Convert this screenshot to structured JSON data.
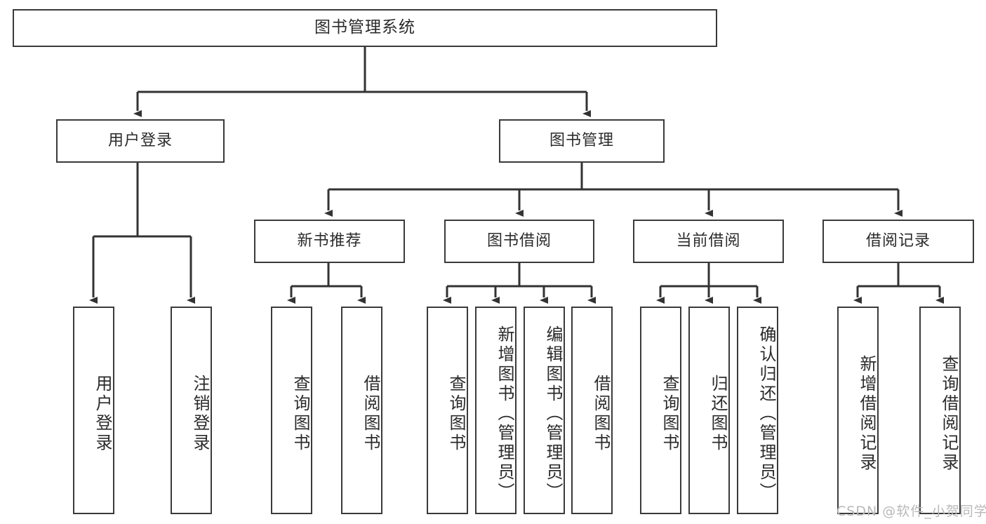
{
  "diagram": {
    "title": "图书管理系统",
    "type": "tree-hierarchy",
    "root": {
      "label": "图书管理系统"
    },
    "level2": [
      {
        "label": "用户登录"
      },
      {
        "label": "图书管理"
      }
    ],
    "level3": [
      {
        "label": "新书推荐"
      },
      {
        "label": "图书借阅"
      },
      {
        "label": "当前借阅"
      },
      {
        "label": "借阅记录"
      }
    ],
    "leaves": {
      "user_login": [
        {
          "label": "用户登录"
        },
        {
          "label": "注销登录"
        }
      ],
      "new_book_recommend": [
        {
          "label": "查询图书"
        },
        {
          "label": "借阅图书"
        }
      ],
      "book_borrow": [
        {
          "label": "查询图书"
        },
        {
          "label": "新增图书（管理员）"
        },
        {
          "label": "编辑图书（管理员）"
        },
        {
          "label": "借阅图书"
        }
      ],
      "current_borrow": [
        {
          "label": "查询图书"
        },
        {
          "label": "归还图书"
        },
        {
          "label": "确认归还（管理员）"
        }
      ],
      "borrow_record": [
        {
          "label": "新增借阅记录"
        },
        {
          "label": "查询借阅记录"
        }
      ]
    }
  },
  "watermark": {
    "text": "CSDN @软件_小贺同学"
  },
  "colors": {
    "box_border": "#3a3a3a",
    "box_fill": "#ffffff",
    "text": "#2b2b2b",
    "wire": "#333333",
    "watermark": "#b9b9b9"
  }
}
